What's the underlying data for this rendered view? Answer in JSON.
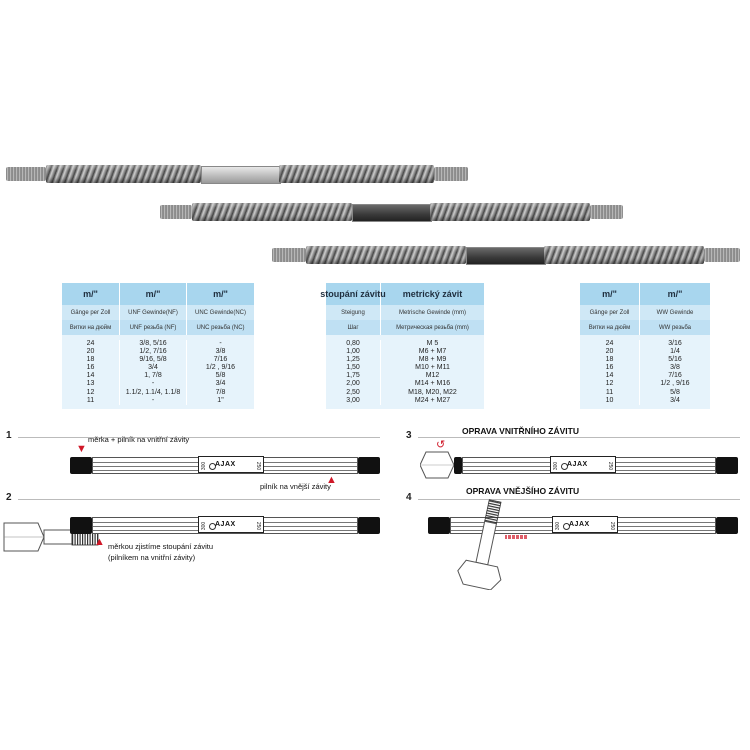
{
  "table_unf_unc": {
    "headers": [
      "m/\"",
      "m/\"",
      "m/\""
    ],
    "sub1": [
      "Gänge per Zoll",
      "UNF Gewinde(NF)",
      "UNC Gewinde(NC)"
    ],
    "sub2": [
      "Витки на дюйм",
      "UNF резьба (NF)",
      "UNC резьба (NC)"
    ],
    "columns": [
      [
        "24",
        "20",
        "18",
        "16",
        "14",
        "13",
        "12",
        "11"
      ],
      [
        "3/8, 5/16",
        "1/2, 7/16",
        "9/16, 5/8",
        "3/4",
        "1, 7/8",
        "-",
        "1.1/2, 1.1/4, 1.1/8",
        "-"
      ],
      [
        "-",
        "3/8",
        "7/16",
        "1/2 , 9/16",
        "5/8",
        "3/4",
        "7/8",
        "1\""
      ]
    ]
  },
  "table_metric": {
    "headers": [
      "stoupání závitu",
      "metrický závit"
    ],
    "sub1": [
      "Steigung",
      "Metrische Gewinde (mm)"
    ],
    "sub2": [
      "Шаг",
      "Метрическая резьба (mm)"
    ],
    "columns": [
      [
        "0,80",
        "1,00",
        "1,25",
        "1,50",
        "1,75",
        "2,00",
        "2,50",
        "3,00"
      ],
      [
        "M 5",
        "M6 + M7",
        "M8 + M9",
        "M10 + M11",
        "M12",
        "M14 + M16",
        "M18, M20, M22",
        "M24 + M27"
      ]
    ]
  },
  "table_ww": {
    "headers": [
      "m/\"",
      "m/\""
    ],
    "sub1": [
      "Gänge per Zoll",
      "WW Gewinde"
    ],
    "sub2": [
      "Витки на дюйм",
      "WW резьба"
    ],
    "columns": [
      [
        "24",
        "20",
        "18",
        "16",
        "14",
        "12",
        "11",
        "10"
      ],
      [
        "3/16",
        "1/4",
        "5/16",
        "3/8",
        "7/16",
        "1/2 , 9/16",
        "5/8",
        "3/4"
      ]
    ]
  },
  "tool": {
    "brand": "AJAX",
    "num_left": "300",
    "num_right": "250"
  },
  "steps": {
    "s1": {
      "num": "1",
      "caption_a": "měrka + pilník na vnitřní závity",
      "caption_b": "pilník na vnější závity"
    },
    "s2": {
      "num": "2",
      "caption_a": "měrkou zjistíme stoupání závitu",
      "caption_b": "(pilníkem na vnitřní závity)"
    },
    "s3": {
      "num": "3",
      "caption": "OPRAVA VNITŘNÍHO ZÁVITU"
    },
    "s4": {
      "num": "4",
      "caption": "OPRAVA VNĚJŠÍHO ZÁVITU"
    }
  },
  "colors": {
    "table_header": "#a8d6ee",
    "table_body": "#e6f3fb",
    "arrow_accent": "#d01828"
  }
}
